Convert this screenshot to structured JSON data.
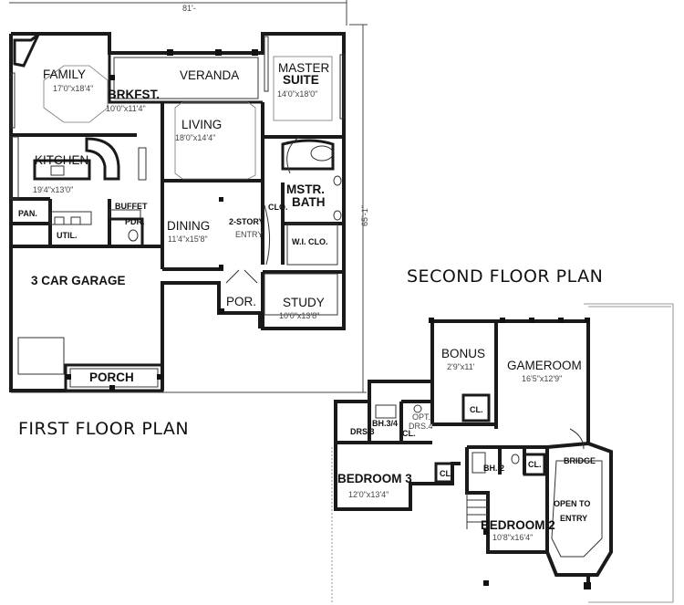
{
  "first_floor": {
    "title": "FIRST FLOOR PLAN",
    "width_dim": "81'-",
    "depth_dim": "65'-1\"",
    "rooms": {
      "family": {
        "name": "FAMILY",
        "size": "17'0\"x18'4\""
      },
      "brkfst": {
        "name": "BRKFST.",
        "size": "10'0\"x11'4\""
      },
      "veranda": {
        "name": "VERANDA"
      },
      "master": {
        "name": "MASTER",
        "name2": "SUITE",
        "size": "14'0\"x18'0\""
      },
      "living": {
        "name": "LIVING",
        "size": "18'0\"x14'4\""
      },
      "kitchen": {
        "name": "KITCHEN",
        "size": "19'4\"x13'0\""
      },
      "mstr_bath": {
        "name": "MSTR.",
        "name2": "BATH"
      },
      "clo": {
        "name": "CLO."
      },
      "wi_clo": {
        "name": "W.I. CLO."
      },
      "buffet": {
        "name": "BUFFET"
      },
      "pan": {
        "name": "PAN."
      },
      "util": {
        "name": "UTIL."
      },
      "pdr": {
        "name": "PDR."
      },
      "dining": {
        "name": "DINING",
        "size": "11'4\"x15'8\""
      },
      "entry": {
        "name": "2-STORY",
        "name2": "ENTRY"
      },
      "garage": {
        "name": "3 CAR GARAGE"
      },
      "por": {
        "name": "POR."
      },
      "study": {
        "name": "STUDY",
        "size": "10'0\"x13'8\""
      },
      "porch": {
        "name": "PORCH"
      }
    }
  },
  "second_floor": {
    "title": "SECOND FLOOR PLAN",
    "rooms": {
      "bonus": {
        "name": "BONUS",
        "size": "2'9\"x11'"
      },
      "gameroom": {
        "name": "GAMEROOM",
        "size": "16'5\"x12'9\""
      },
      "drs3": {
        "name": "DRS.3"
      },
      "bh34": {
        "name": "BH.3/4"
      },
      "opt": {
        "name": "OPT.",
        "name2": "DRS.4"
      },
      "cl_upper": {
        "name": "CL."
      },
      "cl_mid": {
        "name": "CL."
      },
      "cl_small": {
        "name": "CL."
      },
      "cl_b2": {
        "name": "CL."
      },
      "bh2": {
        "name": "BH. 2"
      },
      "bridge": {
        "name": "BRIDGE"
      },
      "bedroom3": {
        "name": "BEDROOM 3",
        "size": "12'0\"x13'4\""
      },
      "open_to": {
        "name": "OPEN TO",
        "name2": "ENTRY"
      },
      "bedroom2": {
        "name": "BEDROOM 2",
        "size": "10'8\"x16'4\""
      }
    }
  }
}
